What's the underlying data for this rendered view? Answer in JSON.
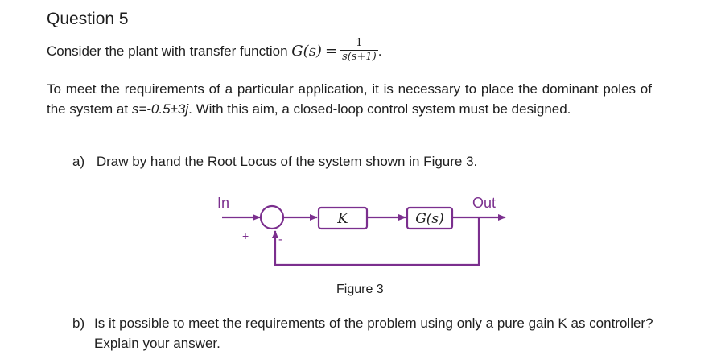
{
  "question": {
    "title": "Question 5",
    "intro_text": "Consider the plant with transfer function",
    "tf_lhs": "G(s)",
    "tf_eq": "=",
    "tf_numerator": "1",
    "tf_denominator": "s(s+1)",
    "tf_period": ".",
    "paragraph_part1": "To meet the requirements of a particular application, it is necessary to place the dominant poles of the system at",
    "paragraph_poles": "s=-0.5±3j",
    "paragraph_part2": ". With this aim, a closed-loop control system must be designed."
  },
  "part_a": {
    "marker": "a)",
    "text": "Draw by hand the Root Locus of the system shown in Figure 3."
  },
  "figure": {
    "input_label": "In",
    "output_label": "Out",
    "plus_sign": "+",
    "minus_sign": "-",
    "gain_block": "K",
    "plant_block": "G(s)",
    "caption": "Figure 3",
    "color": "#7b2f8e"
  },
  "part_b": {
    "marker": "b)",
    "text": "Is it possible to meet the requirements of the problem using only a pure gain K as controller? Explain your answer."
  }
}
